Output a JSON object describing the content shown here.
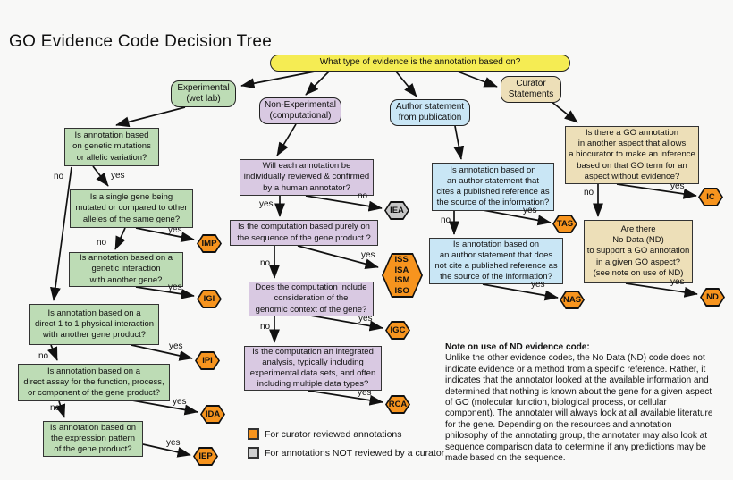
{
  "title": "GO Evidence Code Decision Tree",
  "labels": {
    "yes": "yes",
    "no": "no"
  },
  "root": {
    "text": "What type of evidence is the annotation based on?"
  },
  "categories": {
    "experimental": "Experimental\n(wet lab)",
    "non_experimental": "Non-Experimental\n(computational)",
    "author": "Author statement\nfrom publication",
    "curator": "Curator\nStatements"
  },
  "questions": {
    "l1": "Is annotation based\non genetic mutations\nor allelic variation?",
    "l2": "Is a single gene being\nmutated or compared to other\nalleles of the same gene?",
    "l3": "Is annotation based on a\ngenetic interaction\nwith another gene?",
    "l4": "Is annotation based on a\ndirect 1 to 1 physical interaction\nwith another gene product?",
    "l5": "Is annotation based on a\ndirect assay for the function, process,\nor component of the gene product?",
    "l6": "Is annotation based on\nthe expression pattern\nof the gene product?",
    "m1": "Will each annotation be\nindividually reviewed & confirmed\nby a human annotator?",
    "m2": "Is the computation based purely on\nthe sequence of the gene product ?",
    "m3": "Does the computation include\nconsideration of the\ngenomic context of the gene?",
    "m4": "Is the computation an integrated\nanalysis, typically including\nexperimental data sets, and often\nincluding multiple data types?",
    "a1": "Is annotation based on\nan author statement that\ncites a published reference as\nthe source of the information?",
    "a2": "Is annotation based on\nan author statement that does\nnot cite a published reference as\nthe source of the information?",
    "c1": "Is there a GO annotation\nin another aspect that allows\na biocurator to make an inference\nbased on that GO term for an\naspect without evidence?",
    "c2": "Are there\nNo Data (ND)\nto support a GO annotation\nin a given GO aspect?\n(see note on use of ND)"
  },
  "codes": {
    "imp": "IMP",
    "igi": "IGI",
    "ipi": "IPI",
    "ida": "IDA",
    "iep": "IEP",
    "iea": "IEA",
    "iss_group": "ISS\nISA\nISM\nISO",
    "igc": "IGC",
    "rca": "RCA",
    "tas": "TAS",
    "nas": "NAS",
    "ic": "IC",
    "nd": "ND"
  },
  "legend": [
    {
      "swatch": "orange",
      "text": "For curator reviewed annotations"
    },
    {
      "swatch": "gray",
      "text": "For annotations NOT reviewed by a curator"
    }
  ],
  "note": {
    "heading": "Note on use of ND evidence code:",
    "body": "Unlike the other evidence codes, the No Data (ND) code does not indicate evidence or a method from a specific reference. Rather, it indicates that the annotator looked at the available information and determined that nothing is known about the gene for a given aspect of GO (molecular function, biological process, or cellular component). The annotater will always look at all available literature for the gene. Depending on the resources and annotation philosophy of the annotating group, the annotater may also look at sequence comparison data to determine if any predictions may be made based on the sequence."
  },
  "colors": {
    "experimental_green": "#BDDCB5",
    "computational_purple": "#D9C9E2",
    "author_blue": "#C9E6F5",
    "curator_tan": "#EDDFB8",
    "root_yellow": "#F5EC53",
    "curator_reviewed_orange": "#F7941E",
    "not_reviewed_gray": "#C6C6C6"
  }
}
